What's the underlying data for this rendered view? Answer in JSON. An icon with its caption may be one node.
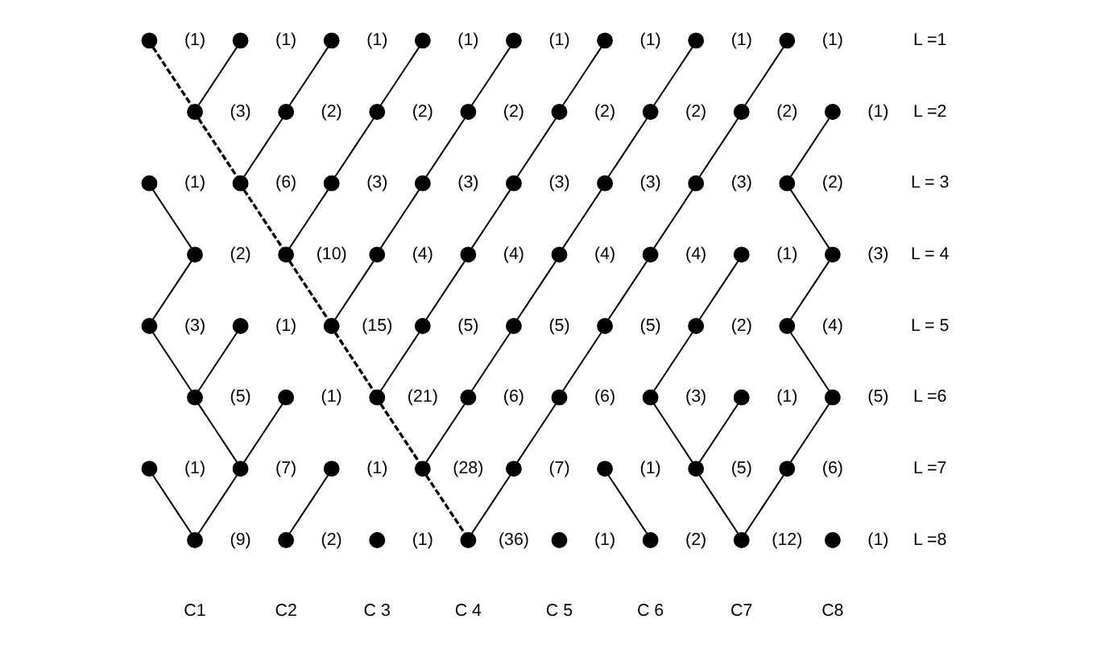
{
  "diagram": {
    "nodes": [
      {
        "text": [],
        "shape": "circle",
        "beside": [
          "(1)"
        ]
      },
      {
        "text": [],
        "shape": "circle",
        "beside": [
          "(1)"
        ]
      },
      {
        "text": [],
        "shape": "circle",
        "beside": [
          "(1)"
        ]
      },
      {
        "text": [],
        "shape": "circle",
        "beside": [
          "(1)"
        ]
      },
      {
        "text": [],
        "shape": "circle",
        "beside": [
          "(1)"
        ]
      },
      {
        "text": [],
        "shape": "circle",
        "beside": [
          "(1)"
        ]
      },
      {
        "text": [],
        "shape": "circle",
        "beside": [
          "(1)"
        ]
      },
      {
        "text": [],
        "shape": "circle",
        "beside": [
          "(1)"
        ]
      },
      {
        "text": [],
        "shape": "circle",
        "beside": [
          "(3)"
        ]
      },
      {
        "text": [],
        "shape": "circle",
        "beside": [
          "(2)"
        ]
      },
      {
        "text": [],
        "shape": "circle",
        "beside": [
          "(2)"
        ]
      },
      {
        "text": [],
        "shape": "circle",
        "beside": [
          "(2)"
        ]
      },
      {
        "text": [],
        "shape": "circle",
        "beside": [
          "(2)"
        ]
      },
      {
        "text": [],
        "shape": "circle",
        "beside": [
          "(2)"
        ]
      },
      {
        "text": [],
        "shape": "circle",
        "beside": [
          "(2)"
        ]
      },
      {
        "text": [],
        "shape": "circle",
        "beside": [
          "(1)"
        ]
      },
      {
        "text": [],
        "shape": "circle",
        "beside": [
          "(1)"
        ]
      },
      {
        "text": [],
        "shape": "circle",
        "beside": [
          "(6)"
        ]
      },
      {
        "text": [],
        "shape": "circle",
        "beside": [
          "(3)"
        ]
      },
      {
        "text": [],
        "shape": "circle",
        "beside": [
          "(3)"
        ]
      },
      {
        "text": [],
        "shape": "circle",
        "beside": [
          "(3)"
        ]
      },
      {
        "text": [],
        "shape": "circle",
        "beside": [
          "(3)"
        ]
      },
      {
        "text": [],
        "shape": "circle",
        "beside": [
          "(3)"
        ]
      },
      {
        "text": [],
        "shape": "circle",
        "beside": [
          "(2)"
        ]
      },
      {
        "text": [],
        "shape": "circle",
        "beside": [
          "(2)"
        ]
      },
      {
        "text": [],
        "shape": "circle",
        "beside": [
          "(10)"
        ]
      },
      {
        "text": [],
        "shape": "circle",
        "beside": [
          "(4)"
        ]
      },
      {
        "text": [],
        "shape": "circle",
        "beside": [
          "(4)"
        ]
      },
      {
        "text": [],
        "shape": "circle",
        "beside": [
          "(4)"
        ]
      },
      {
        "text": [],
        "shape": "circle",
        "beside": [
          "(4)"
        ]
      },
      {
        "text": [],
        "shape": "circle",
        "beside": [
          "(1)"
        ]
      },
      {
        "text": [],
        "shape": "circle",
        "beside": [
          "(3)"
        ]
      },
      {
        "text": [],
        "shape": "circle",
        "beside": [
          "(3)"
        ]
      },
      {
        "text": [],
        "shape": "circle",
        "beside": [
          "(1)"
        ]
      },
      {
        "text": [],
        "shape": "circle",
        "beside": [
          "(15)"
        ]
      },
      {
        "text": [],
        "shape": "circle",
        "beside": [
          "(5)"
        ]
      },
      {
        "text": [],
        "shape": "circle",
        "beside": [
          "(5)"
        ]
      },
      {
        "text": [],
        "shape": "circle",
        "beside": [
          "(5)"
        ]
      },
      {
        "text": [],
        "shape": "circle",
        "beside": [
          "(2)"
        ]
      },
      {
        "text": [],
        "shape": "circle",
        "beside": [
          "(4)"
        ]
      },
      {
        "text": [],
        "shape": "circle",
        "beside": [
          "(5)"
        ]
      },
      {
        "text": [],
        "shape": "circle",
        "beside": [
          "(1)"
        ]
      },
      {
        "text": [],
        "shape": "circle",
        "beside": [
          "(21)"
        ]
      },
      {
        "text": [],
        "shape": "circle",
        "beside": [
          "(6)"
        ]
      },
      {
        "text": [],
        "shape": "circle",
        "beside": [
          "(6)"
        ]
      },
      {
        "text": [],
        "shape": "circle",
        "beside": [
          "(3)"
        ]
      },
      {
        "text": [],
        "shape": "circle",
        "beside": [
          "(1)"
        ]
      },
      {
        "text": [],
        "shape": "circle",
        "beside": [
          "(5)"
        ]
      },
      {
        "text": [],
        "shape": "circle",
        "beside": [
          "(1)"
        ]
      },
      {
        "text": [],
        "shape": "circle",
        "beside": [
          "(7)"
        ]
      },
      {
        "text": [],
        "shape": "circle",
        "beside": [
          "(1)"
        ]
      },
      {
        "text": [],
        "shape": "circle",
        "beside": [
          "(28)"
        ]
      },
      {
        "text": [],
        "shape": "circle",
        "beside": [
          "(7)"
        ]
      },
      {
        "text": [],
        "shape": "circle",
        "beside": [
          "(1)"
        ]
      },
      {
        "text": [],
        "shape": "circle",
        "beside": [
          "(5)"
        ]
      },
      {
        "text": [],
        "shape": "circle",
        "beside": [
          "(6)"
        ]
      },
      {
        "text": [],
        "shape": "circle",
        "beside": [
          "(9)"
        ]
      },
      {
        "text": [],
        "shape": "circle",
        "beside": [
          "(2)"
        ]
      },
      {
        "text": [],
        "shape": "circle",
        "beside": [
          "(1)"
        ]
      },
      {
        "text": [],
        "shape": "circle",
        "beside": [
          "(36)"
        ]
      },
      {
        "text": [],
        "shape": "circle",
        "beside": [
          "(1)"
        ]
      },
      {
        "text": [],
        "shape": "circle",
        "beside": [
          "(2)"
        ]
      },
      {
        "text": [],
        "shape": "circle",
        "beside": [
          "(12)"
        ]
      },
      {
        "text": [],
        "shape": "circle",
        "beside": [
          "(1)"
        ]
      }
    ],
    "edges": [
      {
        "from": 0,
        "to": 8,
        "arrow": "none",
        "style": "dashed"
      },
      {
        "from": 8,
        "to": 17,
        "arrow": "none",
        "style": "dashed"
      },
      {
        "from": 17,
        "to": 25,
        "arrow": "none",
        "style": "dashed"
      },
      {
        "from": 25,
        "to": 34,
        "arrow": "none",
        "style": "dashed"
      },
      {
        "from": 34,
        "to": 42,
        "arrow": "none",
        "style": "dashed"
      },
      {
        "from": 42,
        "to": 51,
        "arrow": "none",
        "style": "dashed"
      },
      {
        "from": 51,
        "to": 59,
        "arrow": "none",
        "style": "dashed"
      },
      {
        "from": 1,
        "to": 8,
        "arrow": "none"
      },
      {
        "from": 2,
        "to": 9,
        "arrow": "none"
      },
      {
        "from": 9,
        "to": 17,
        "arrow": "none"
      },
      {
        "from": 3,
        "to": 10,
        "arrow": "none"
      },
      {
        "from": 10,
        "to": 18,
        "arrow": "none"
      },
      {
        "from": 18,
        "to": 25,
        "arrow": "none"
      },
      {
        "from": 4,
        "to": 11,
        "arrow": "none"
      },
      {
        "from": 11,
        "to": 19,
        "arrow": "none"
      },
      {
        "from": 19,
        "to": 26,
        "arrow": "none"
      },
      {
        "from": 26,
        "to": 34,
        "arrow": "none"
      },
      {
        "from": 5,
        "to": 12,
        "arrow": "none"
      },
      {
        "from": 12,
        "to": 20,
        "arrow": "none"
      },
      {
        "from": 20,
        "to": 27,
        "arrow": "none"
      },
      {
        "from": 27,
        "to": 35,
        "arrow": "none"
      },
      {
        "from": 35,
        "to": 42,
        "arrow": "none"
      },
      {
        "from": 6,
        "to": 13,
        "arrow": "none"
      },
      {
        "from": 13,
        "to": 21,
        "arrow": "none"
      },
      {
        "from": 21,
        "to": 28,
        "arrow": "none"
      },
      {
        "from": 28,
        "to": 36,
        "arrow": "none"
      },
      {
        "from": 36,
        "to": 43,
        "arrow": "none"
      },
      {
        "from": 43,
        "to": 51,
        "arrow": "none"
      },
      {
        "from": 7,
        "to": 14,
        "arrow": "none"
      },
      {
        "from": 14,
        "to": 22,
        "arrow": "none"
      },
      {
        "from": 22,
        "to": 29,
        "arrow": "none"
      },
      {
        "from": 29,
        "to": 37,
        "arrow": "none"
      },
      {
        "from": 37,
        "to": 44,
        "arrow": "none"
      },
      {
        "from": 44,
        "to": 52,
        "arrow": "none"
      },
      {
        "from": 52,
        "to": 59,
        "arrow": "none"
      },
      {
        "from": 16,
        "to": 24,
        "arrow": "none"
      },
      {
        "from": 24,
        "to": 32,
        "arrow": "none"
      },
      {
        "from": 32,
        "to": 40,
        "arrow": "none"
      },
      {
        "from": 33,
        "to": 40,
        "arrow": "none"
      },
      {
        "from": 40,
        "to": 49,
        "arrow": "none"
      },
      {
        "from": 41,
        "to": 49,
        "arrow": "none"
      },
      {
        "from": 48,
        "to": 56,
        "arrow": "none"
      },
      {
        "from": 49,
        "to": 56,
        "arrow": "none"
      },
      {
        "from": 50,
        "to": 57,
        "arrow": "none"
      },
      {
        "from": 53,
        "to": 61,
        "arrow": "none"
      },
      {
        "from": 30,
        "to": 38,
        "arrow": "none"
      },
      {
        "from": 38,
        "to": 45,
        "arrow": "none"
      },
      {
        "from": 45,
        "to": 54,
        "arrow": "none"
      },
      {
        "from": 46,
        "to": 54,
        "arrow": "none"
      },
      {
        "from": 54,
        "to": 62,
        "arrow": "none"
      },
      {
        "from": 55,
        "to": 62,
        "arrow": "none"
      },
      {
        "from": 47,
        "to": 55,
        "arrow": "none"
      },
      {
        "from": 39,
        "to": 47,
        "arrow": "none"
      },
      {
        "from": 31,
        "to": 39,
        "arrow": "none"
      },
      {
        "from": 23,
        "to": 31,
        "arrow": "none"
      },
      {
        "from": 15,
        "to": 23,
        "arrow": "none"
      }
    ],
    "labels": [
      "L =1",
      "L =2",
      "L = 3",
      "L = 4",
      "L = 5",
      "L =6",
      "L =7",
      "L =8",
      "C1",
      "C2",
      "C 3",
      "C 4",
      "C 5",
      "C 6",
      "C7",
      "C8"
    ]
  }
}
